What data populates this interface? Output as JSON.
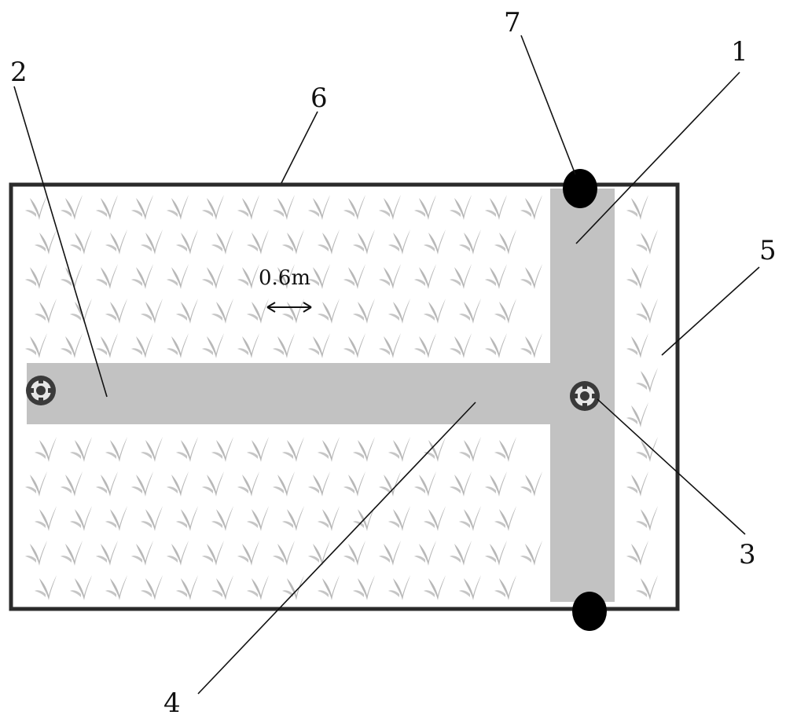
{
  "callouts": [
    {
      "id": "1",
      "label": "1"
    },
    {
      "id": "2",
      "label": "2"
    },
    {
      "id": "3",
      "label": "3"
    },
    {
      "id": "4",
      "label": "4"
    },
    {
      "id": "5",
      "label": "5"
    },
    {
      "id": "6",
      "label": "6"
    },
    {
      "id": "7",
      "label": "7"
    }
  ],
  "dimension": {
    "label": "0.6m"
  },
  "colors": {
    "frame": "#2b2b2b",
    "channel": "#c2c2c2",
    "plant": "#b8b8b8",
    "post": "#000000",
    "outlet": "#333333"
  },
  "icons": {
    "plant": "sprout-icon",
    "outlet": "drain-outlet-icon",
    "post": "post-icon"
  }
}
